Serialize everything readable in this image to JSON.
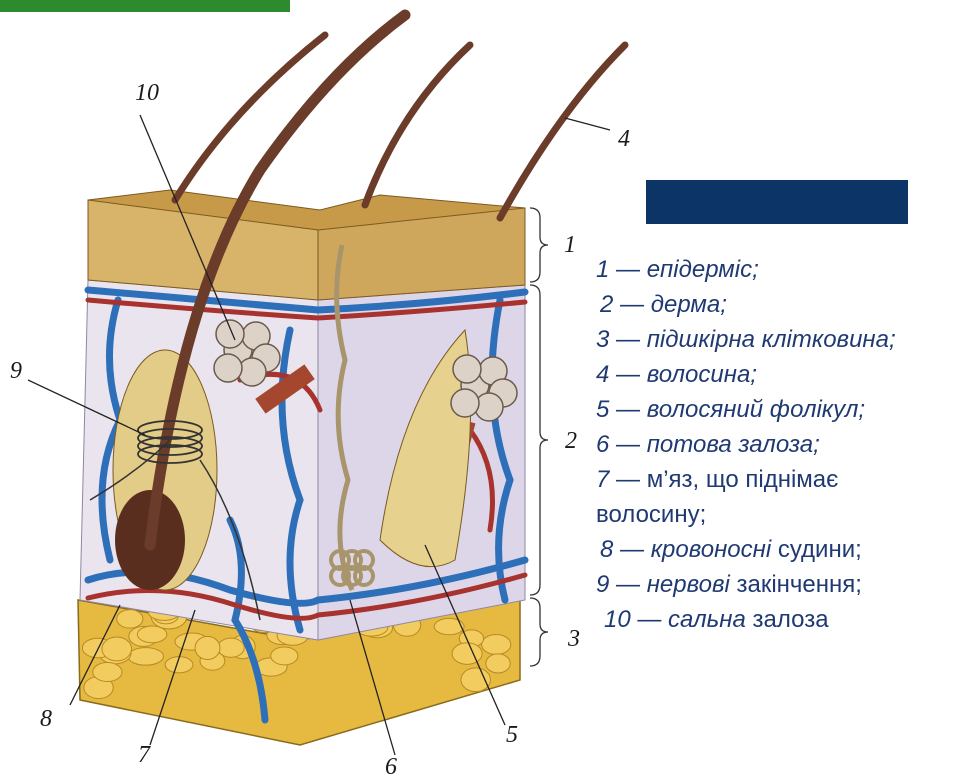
{
  "colors": {
    "epidermis": "#d8b36a",
    "dermis": "#e9e4ee",
    "fat": "#e6b940",
    "hair": "#6b3c2a",
    "vein": "#2d6fb8",
    "artery": "#a8322d",
    "legend_text": "#1f3a73",
    "blue_box": "#0c3466"
  },
  "labels": [
    "1",
    "2",
    "3",
    "4",
    "5",
    "6",
    "7",
    "8",
    "9",
    "10"
  ],
  "legend": [
    {
      "n": "1",
      "text": "епідерміс;",
      "italic": true
    },
    {
      "n": "2",
      "text": "дерма;",
      "italic": true
    },
    {
      "n": "3",
      "text": "підшкірна клітковина;",
      "italic": true
    },
    {
      "n": "4",
      "text": "волосина;",
      "italic": true
    },
    {
      "n": "5",
      "text": "волосяний фолікул;",
      "italic": true
    },
    {
      "n": "6",
      "text": "потова залоза;",
      "italic": true
    },
    {
      "n": "7",
      "text": "м’яз, що піднімає",
      "italic": false
    },
    {
      "n": "",
      "text": "волосину;",
      "italic": false
    },
    {
      "n": "8",
      "text": "кровоносні",
      "text2": "судини;",
      "italic": true
    },
    {
      "n": "9",
      "text": "нервові",
      "text2": "закінчення;",
      "italic": true
    },
    {
      "n": "10",
      "text": "сальна",
      "text2": "залоза",
      "italic": true
    }
  ],
  "dash": "—"
}
